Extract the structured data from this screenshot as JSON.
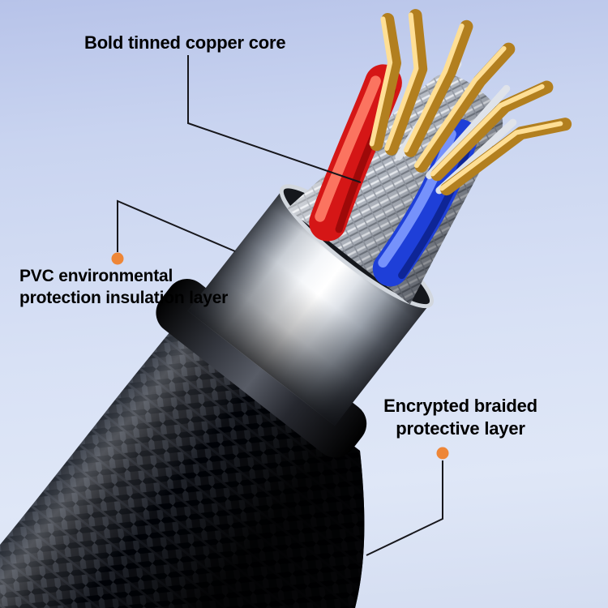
{
  "callouts": {
    "copper_core": {
      "label": "Bold tinned copper core"
    },
    "pvc_layer": {
      "line1": "PVC environmental",
      "line2": "protection insulation layer"
    },
    "braided_layer": {
      "line1": "Encrypted braided",
      "line2": "protective layer"
    }
  },
  "colors": {
    "background_top": "#b7c3e9",
    "background_bottom": "#dfe7f7",
    "text": "#000000",
    "accent_dot": "#ee8637",
    "leader_line": "#17171c",
    "wire_red": "#d51616",
    "wire_blue": "#1e3fd8",
    "copper_gold": "#b27f1f",
    "shield_silver": "#dfe3ea",
    "jacket_black": "#121318"
  }
}
